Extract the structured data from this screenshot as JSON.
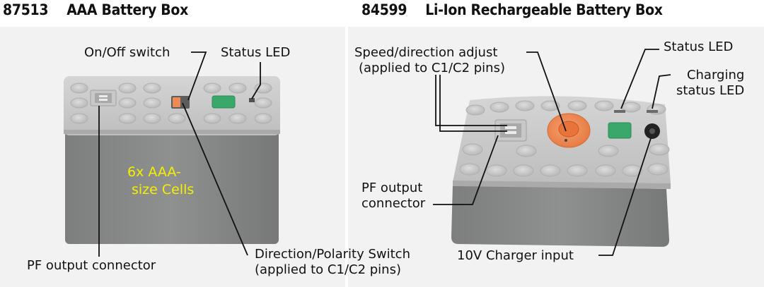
{
  "left": {
    "part_number": "87513",
    "name": "AAA Battery Box"
  },
  "right": {
    "part_number": "84599",
    "name": "Li-Ion Rechargeable Battery Box"
  },
  "labels": {
    "on_off_switch": "On/Off switch",
    "status_led_left": "Status LED",
    "pf_output_connector_left": "PF output connector",
    "direction_polarity_line1": "Direction/Polarity Switch",
    "direction_polarity_line2": "(applied to C1/C2 pins)",
    "cells_line1": "6x AAA-",
    "cells_line2": "size Cells",
    "speed_direction_line1": "Speed/direction adjust",
    "speed_direction_line2": "(applied to C1/C2 pins)",
    "pf_output_line1": "PF output",
    "pf_output_line2": "connector",
    "status_led_right": "Status LED",
    "charging_line1": "Charging",
    "charging_line2": "status LED",
    "charger_input": "10V Charger input"
  },
  "colors": {
    "cells_text": "#f5f000",
    "button_green": "#3aa86a",
    "switch_orange": "#ee8a55",
    "lid_gray": "#c9cac9",
    "body_gray": "#858686"
  }
}
